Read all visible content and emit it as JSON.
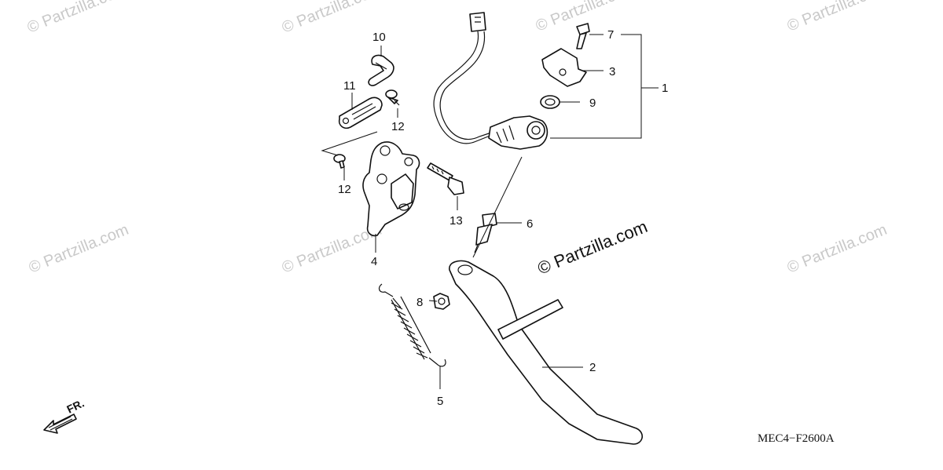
{
  "watermarks": {
    "tile_text": "© Partzilla.com",
    "main_text": "© Partzilla.com"
  },
  "callouts": [
    "1",
    "2",
    "3",
    "4",
    "5",
    "6",
    "7",
    "8",
    "9",
    "10",
    "11",
    "12",
    "12",
    "13"
  ],
  "diagram_code": "MEC4−F2600A",
  "front_indicator": "FR.",
  "colors": {
    "line": "#111111",
    "watermark": "#c9c9c9",
    "background": "#ffffff"
  }
}
